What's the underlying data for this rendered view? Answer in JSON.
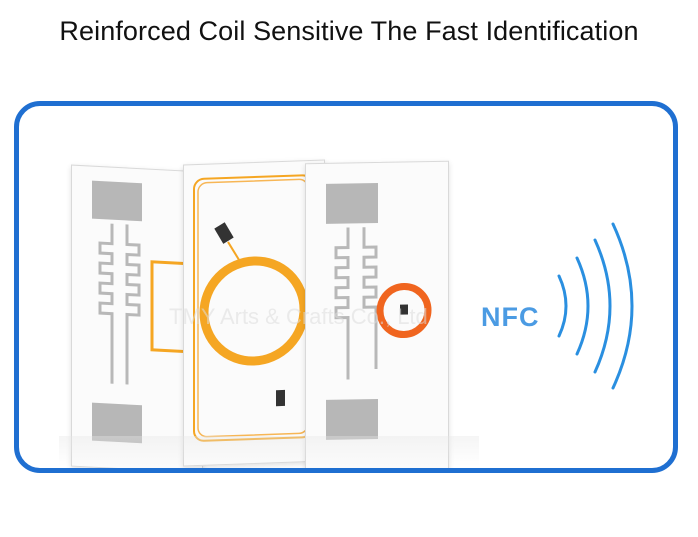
{
  "headline": "Reinforced Coil Sensitive The Fast Identification",
  "nfc_label": "NFC",
  "watermark": "TMY Arts & Crafts Co., Ltd",
  "colors": {
    "frame": "#1f6fd1",
    "coil": "#f5a623",
    "coil_red": "#f0651f",
    "nfc": "#4b9be3",
    "uhf_antenna": "#b8b8b8"
  }
}
